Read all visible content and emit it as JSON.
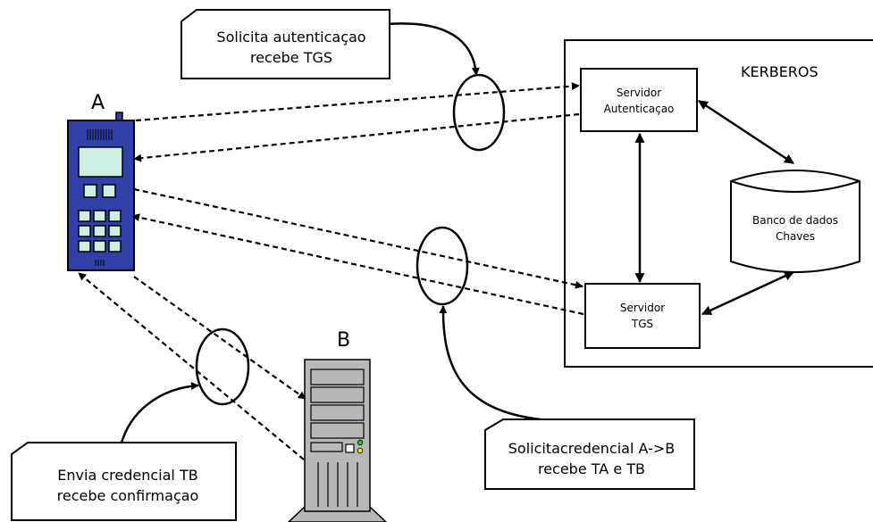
{
  "kerberos": {
    "title": "KERBEROS"
  },
  "auth_server": {
    "line1": "Servidor",
    "line2": "Autenticaçao"
  },
  "tgs_server": {
    "line1": "Servidor",
    "line2": "TGS"
  },
  "database": {
    "line1": "Banco de dados",
    "line2": "Chaves"
  },
  "client": {
    "label": "A"
  },
  "server_b": {
    "label": "B"
  },
  "notes": {
    "top": {
      "line1": "Solicita autenticaçao",
      "line2": "recebe TGS"
    },
    "middle": {
      "line1": "Solicitacredencial A->B",
      "line2": "recebe TA e TB"
    },
    "bottom": {
      "line1": "Envia credencial TB",
      "line2": "recebe confirmaçao"
    }
  },
  "colors": {
    "phone_body": "#3040a8",
    "phone_screen": "#cdeee2",
    "server_body": "#b8b8b8"
  }
}
